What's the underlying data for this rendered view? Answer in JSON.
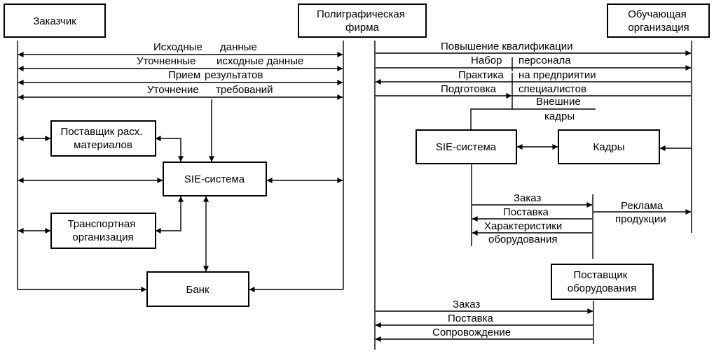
{
  "boxes": {
    "customer": [
      "Заказчик"
    ],
    "printing_firm": [
      "Полиграфическая",
      "фирма"
    ],
    "training_org": [
      "Обучающая",
      "организация"
    ],
    "supplier_materials": [
      "Поставщик расх.",
      "материалов"
    ],
    "sie_left": [
      "SIE-система"
    ],
    "transport_org": [
      "Транспортная",
      "организация"
    ],
    "bank": [
      "Банк"
    ],
    "sie_right": [
      "SIE-система"
    ],
    "staff": [
      "Кадры"
    ],
    "equipment_supplier": [
      "Поставщик",
      "оборудования"
    ]
  },
  "left_flows": {
    "source_data": [
      "Исходные",
      "данные"
    ],
    "refined_source_data": [
      "Уточненные",
      "исходные данные"
    ],
    "results_acceptance": [
      "Прием",
      "результатов"
    ],
    "requirements_refinement": [
      "Уточнение",
      "требований"
    ]
  },
  "right_flows": {
    "qualification_upgrade": "Повышение квалификации",
    "staff_recruitment": [
      "Набор",
      "персонала"
    ],
    "enterprise_practice": [
      "Практика",
      "на предприятии"
    ],
    "specialist_training": [
      "Подготовка",
      "специалистов"
    ],
    "external_staff": [
      "Внешние",
      "кадры"
    ],
    "order_mid": "Заказ",
    "delivery_mid": "Поставка",
    "equipment_specs": [
      "Характеристики",
      "оборудования"
    ],
    "product_advertising": [
      "Реклама",
      "продукции"
    ],
    "order_bottom": "Заказ",
    "delivery_bottom": "Поставка",
    "support_bottom": "Сопровождение"
  }
}
